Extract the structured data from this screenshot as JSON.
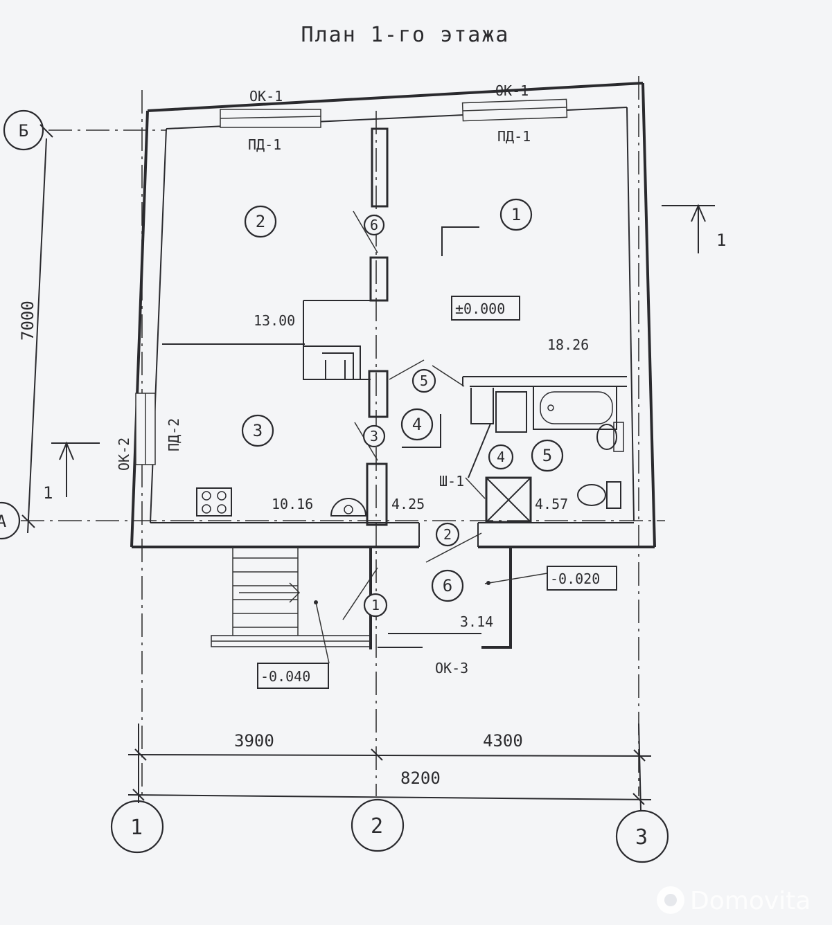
{
  "title": "План 1-го этажа",
  "rooms": [
    {
      "num": "1",
      "area": "18.26"
    },
    {
      "num": "2",
      "area": "13.00"
    },
    {
      "num": "3",
      "area": "10.16"
    },
    {
      "num": "4",
      "area": "4.25"
    },
    {
      "num": "5",
      "area": "4.57"
    },
    {
      "num": "6",
      "area": "3.14"
    }
  ],
  "doors": [
    "6",
    "5",
    "3",
    "4",
    "2",
    "1"
  ],
  "windows": {
    "ok1": "ОК-1",
    "ok2": "ОК-2",
    "ok3": "ОК-3",
    "pd1": "ПД-1",
    "pd2": "ПД-2",
    "sh1": "Ш-1"
  },
  "levels": {
    "main": "±0.000",
    "entry": "-0.020",
    "porch": "-0.040"
  },
  "section_mark": "1",
  "axes": {
    "letters": [
      "Б",
      "А"
    ],
    "numbers": [
      "1",
      "2",
      "3"
    ]
  },
  "dimensions": {
    "vertical": "7000",
    "span_1_2": "3900",
    "span_2_3": "4300",
    "total": "8200"
  },
  "watermark": "Domovita"
}
